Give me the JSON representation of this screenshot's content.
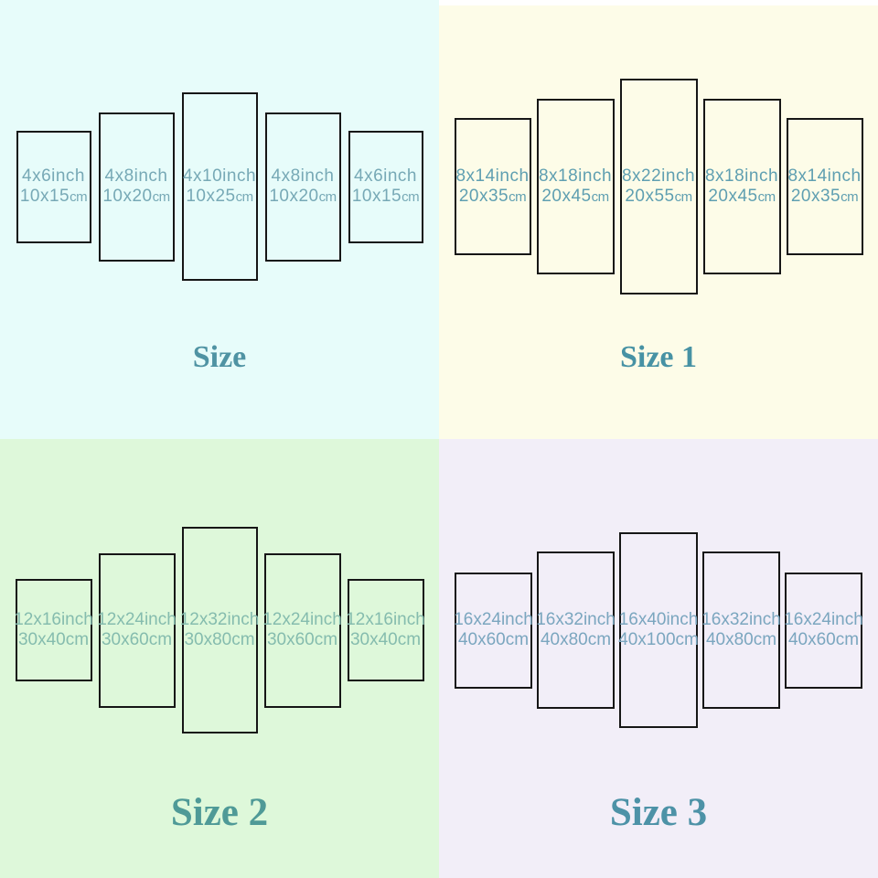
{
  "meta": {
    "panel_border_color": "#161616",
    "top_right_strip_color": "#ffffff"
  },
  "quadrants": [
    {
      "title": "Size",
      "bg": "#e7fcfa",
      "title_color": "#4f93a3",
      "label_color": "#77a9b6",
      "panels": [
        {
          "line1": "4x6inch",
          "line2": "10x15",
          "unit": "cm"
        },
        {
          "line1": "4x8inch",
          "line2": "10x20",
          "unit": "cm"
        },
        {
          "line1": "4x10inch",
          "line2": "10x25",
          "unit": "cm"
        },
        {
          "line1": "4x8inch",
          "line2": "10x20",
          "unit": "cm"
        },
        {
          "line1": "4x6inch",
          "line2": "10x15",
          "unit": "cm"
        }
      ]
    },
    {
      "title": "Size 1",
      "bg": "#fdfce8",
      "title_color": "#4792a4",
      "label_color": "#5f9fb1",
      "panels": [
        {
          "line1": "8x14inch",
          "line2": "20x35",
          "unit": "cm"
        },
        {
          "line1": "8x18inch",
          "line2": "20x45",
          "unit": "cm"
        },
        {
          "line1": "8x22inch",
          "line2": "20x55",
          "unit": "cm"
        },
        {
          "line1": "8x18inch",
          "line2": "20x45",
          "unit": "cm"
        },
        {
          "line1": "8x14inch",
          "line2": "20x35",
          "unit": "cm"
        }
      ]
    },
    {
      "title": "Size 2",
      "bg": "#def8da",
      "title_color": "#4f9a97",
      "label_color": "#85bcae",
      "panels": [
        {
          "line1": "12x16inch",
          "line2": "30x40",
          "unit": "cm"
        },
        {
          "line1": "12x24inch",
          "line2": "30x60",
          "unit": "cm"
        },
        {
          "line1": "12x32inch",
          "line2": "30x80",
          "unit": "cm"
        },
        {
          "line1": "12x24inch",
          "line2": "30x60",
          "unit": "cm"
        },
        {
          "line1": "12x16inch",
          "line2": "30x40",
          "unit": "cm"
        }
      ]
    },
    {
      "title": "Size 3",
      "bg": "#f2eef8",
      "title_color": "#4d92a7",
      "label_color": "#7ba6bf",
      "panels": [
        {
          "line1": "16x24inch",
          "line2": "40x60",
          "unit": "cm"
        },
        {
          "line1": "16x32inch",
          "line2": "40x80",
          "unit": "cm"
        },
        {
          "line1": "16x40inch",
          "line2": "40x100",
          "unit": "cm"
        },
        {
          "line1": "16x32inch",
          "line2": "40x80",
          "unit": "cm"
        },
        {
          "line1": "16x24inch",
          "line2": "40x60",
          "unit": "cm"
        }
      ]
    }
  ]
}
